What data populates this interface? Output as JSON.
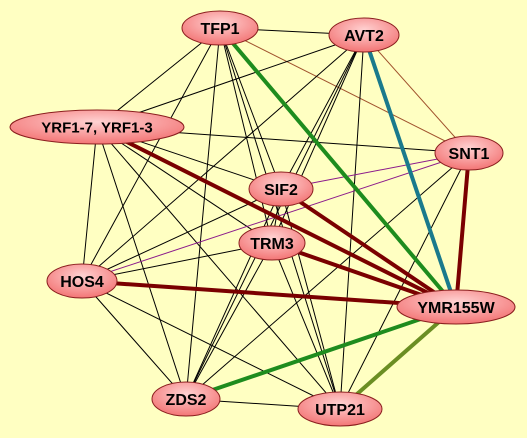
{
  "background": "#FFFFC2",
  "node_style": {
    "fill_inner": "#FFD2D2",
    "fill_outer": "#F26E6E",
    "stroke": "#8A1E1E"
  },
  "edge_colors": {
    "thin": "#000000",
    "brown": "#A0522D",
    "purple": "#8B1A8B",
    "dark_red": "#7A0000",
    "green": "#1E8C1E",
    "teal": "#1A7A8C",
    "olive": "#6B8E23"
  },
  "nodes": [
    {
      "id": "TFP1",
      "label": "TFP1"
    },
    {
      "id": "AVT2",
      "label": "AVT2"
    },
    {
      "id": "YRF",
      "label": "YRF1-7, YRF1-3"
    },
    {
      "id": "SNT1",
      "label": "SNT1"
    },
    {
      "id": "SIF2",
      "label": "SIF2"
    },
    {
      "id": "TRM3",
      "label": "TRM3"
    },
    {
      "id": "HOS4",
      "label": "HOS4"
    },
    {
      "id": "YMR155W",
      "label": "YMR155W"
    },
    {
      "id": "ZDS2",
      "label": "ZDS2"
    },
    {
      "id": "UTP21",
      "label": "UTP21"
    }
  ],
  "edges": [
    {
      "source": "TFP1",
      "target": "AVT2",
      "style": "thin"
    },
    {
      "source": "TFP1",
      "target": "YRF",
      "style": "thin"
    },
    {
      "source": "TFP1",
      "target": "SIF2",
      "style": "thin"
    },
    {
      "source": "TFP1",
      "target": "TRM3",
      "style": "thin"
    },
    {
      "source": "TFP1",
      "target": "HOS4",
      "style": "thin"
    },
    {
      "source": "TFP1",
      "target": "ZDS2",
      "style": "thin"
    },
    {
      "source": "TFP1",
      "target": "UTP21",
      "style": "thin"
    },
    {
      "source": "TFP1",
      "target": "SNT1",
      "style": "brown"
    },
    {
      "source": "TFP1",
      "target": "YMR155W",
      "style": "green"
    },
    {
      "source": "AVT2",
      "target": "YRF",
      "style": "thin"
    },
    {
      "source": "AVT2",
      "target": "SNT1",
      "style": "brown"
    },
    {
      "source": "AVT2",
      "target": "SIF2",
      "style": "thin"
    },
    {
      "source": "AVT2",
      "target": "TRM3",
      "style": "thin"
    },
    {
      "source": "AVT2",
      "target": "HOS4",
      "style": "thin"
    },
    {
      "source": "AVT2",
      "target": "ZDS2",
      "style": "thin"
    },
    {
      "source": "AVT2",
      "target": "UTP21",
      "style": "thin"
    },
    {
      "source": "AVT2",
      "target": "YMR155W",
      "style": "teal"
    },
    {
      "source": "YRF",
      "target": "SNT1",
      "style": "thin"
    },
    {
      "source": "YRF",
      "target": "SIF2",
      "style": "thin"
    },
    {
      "source": "YRF",
      "target": "TRM3",
      "style": "thin"
    },
    {
      "source": "YRF",
      "target": "HOS4",
      "style": "thin"
    },
    {
      "source": "YRF",
      "target": "ZDS2",
      "style": "thin"
    },
    {
      "source": "YRF",
      "target": "UTP21",
      "style": "thin"
    },
    {
      "source": "YRF",
      "target": "YMR155W",
      "style": "dark_red"
    },
    {
      "source": "SNT1",
      "target": "SIF2",
      "style": "purple"
    },
    {
      "source": "SNT1",
      "target": "HOS4",
      "style": "purple"
    },
    {
      "source": "SNT1",
      "target": "ZDS2",
      "style": "thin"
    },
    {
      "source": "SNT1",
      "target": "UTP21",
      "style": "thin"
    },
    {
      "source": "SNT1",
      "target": "YMR155W",
      "style": "dark_red"
    },
    {
      "source": "SIF2",
      "target": "TRM3",
      "style": "thin"
    },
    {
      "source": "SIF2",
      "target": "HOS4",
      "style": "thin"
    },
    {
      "source": "SIF2",
      "target": "ZDS2",
      "style": "thin"
    },
    {
      "source": "SIF2",
      "target": "UTP21",
      "style": "thin"
    },
    {
      "source": "SIF2",
      "target": "YMR155W",
      "style": "dark_red"
    },
    {
      "source": "TRM3",
      "target": "HOS4",
      "style": "thin"
    },
    {
      "source": "TRM3",
      "target": "ZDS2",
      "style": "thin"
    },
    {
      "source": "TRM3",
      "target": "UTP21",
      "style": "thin"
    },
    {
      "source": "TRM3",
      "target": "YMR155W",
      "style": "dark_red"
    },
    {
      "source": "HOS4",
      "target": "ZDS2",
      "style": "thin"
    },
    {
      "source": "HOS4",
      "target": "UTP21",
      "style": "thin"
    },
    {
      "source": "HOS4",
      "target": "YMR155W",
      "style": "dark_red"
    },
    {
      "source": "ZDS2",
      "target": "UTP21",
      "style": "thin"
    },
    {
      "source": "ZDS2",
      "target": "YMR155W",
      "style": "green"
    },
    {
      "source": "UTP21",
      "target": "YMR155W",
      "style": "olive"
    }
  ]
}
